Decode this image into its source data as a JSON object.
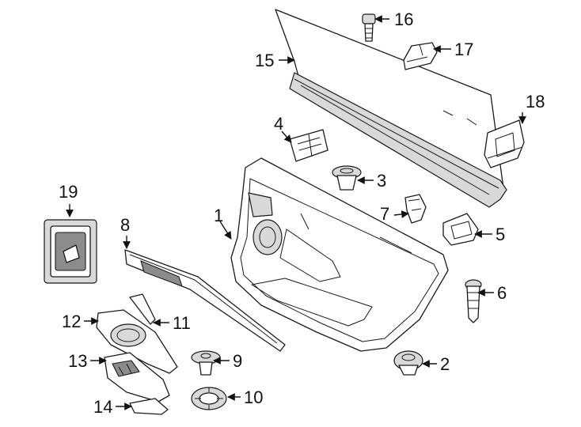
{
  "callouts": [
    {
      "id": "1",
      "label": "1"
    },
    {
      "id": "2",
      "label": "2"
    },
    {
      "id": "3",
      "label": "3"
    },
    {
      "id": "4",
      "label": "4"
    },
    {
      "id": "5",
      "label": "5"
    },
    {
      "id": "6",
      "label": "6"
    },
    {
      "id": "7",
      "label": "7"
    },
    {
      "id": "8",
      "label": "8"
    },
    {
      "id": "9",
      "label": "9"
    },
    {
      "id": "10",
      "label": "10"
    },
    {
      "id": "11",
      "label": "11"
    },
    {
      "id": "12",
      "label": "12"
    },
    {
      "id": "13",
      "label": "13"
    },
    {
      "id": "14",
      "label": "14"
    },
    {
      "id": "15",
      "label": "15"
    },
    {
      "id": "16",
      "label": "16"
    },
    {
      "id": "17",
      "label": "17"
    },
    {
      "id": "18",
      "label": "18"
    },
    {
      "id": "19",
      "label": "19"
    }
  ],
  "colors": {
    "line": "#1a1a1a",
    "fill": "#ffffff",
    "shade": "#d9d9d9"
  }
}
